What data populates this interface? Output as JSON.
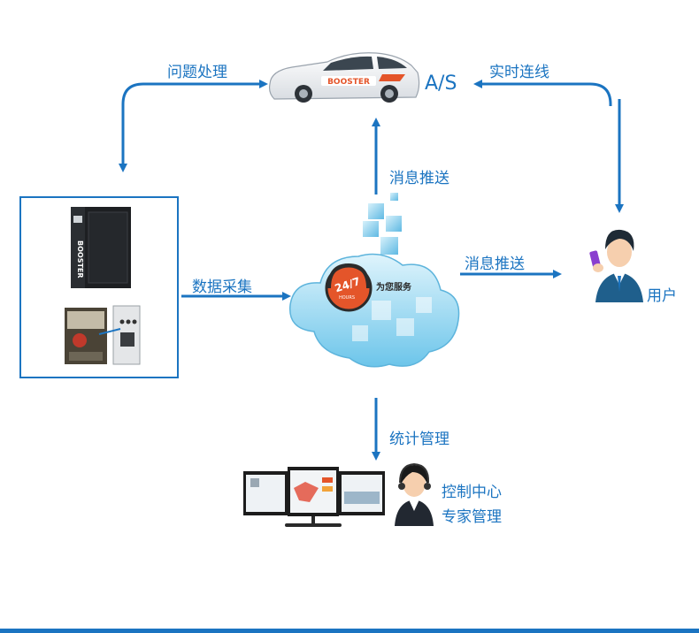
{
  "labels": {
    "problem_handling": "问题处理",
    "as": "A/S",
    "realtime_connect": "实时连线",
    "push_up": "消息推送",
    "push_right": "消息推送",
    "data_collection": "数据采集",
    "user": "用户",
    "stats": "统计管理",
    "control_center": "控制中心",
    "expert_mgmt": "专家管理"
  },
  "brand_text": "BOOSTER",
  "service": {
    "hours": "24/7",
    "hours_sub": "HOURS",
    "tagline": "为您服务"
  },
  "colors": {
    "accent": "#1b74c1",
    "service_badge": "#e4552a",
    "cloud": "#8fd3ee"
  }
}
